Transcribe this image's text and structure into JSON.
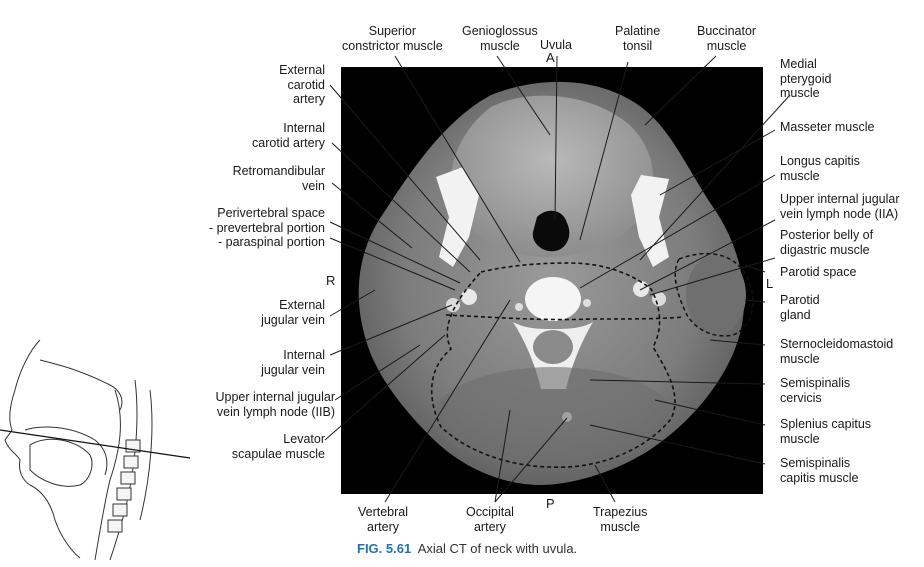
{
  "caption": {
    "figure_label": "FIG. 5.61",
    "text": "Axial CT of neck with uvula."
  },
  "orientation": {
    "anterior": "A",
    "posterior": "P",
    "right": "R",
    "left": "L"
  },
  "labels": {
    "superior_constrictor": "Superior\nconstrictor muscle",
    "genioglossus": "Genioglossus\nmuscle",
    "uvula": "Uvula",
    "palatine_tonsil": "Palatine\ntonsil",
    "buccinator": "Buccinator\nmuscle",
    "medial_pterygoid": "Medial\npterygoid\nmuscle",
    "masseter": "Masseter muscle",
    "longus_capitis": "Longus capitis\nmuscle",
    "upper_ij_node_iia": "Upper internal jugular\nvein lymph node (IIA)",
    "posterior_digastric": "Posterior belly of\ndigastric muscle",
    "parotid_space": "Parotid space",
    "parotid_gland": "Parotid\ngland",
    "sternocleidomastoid": "Sternocleidomastoid\nmuscle",
    "semispinalis_cervicis": "Semispinalis\ncervicis",
    "splenius_capitus": "Splenius capitus\nmuscle",
    "semispinalis_capitis": "Semispinalis\ncapitis muscle",
    "trapezius": "Trapezius\nmuscle",
    "occipital_artery": "Occipital\nartery",
    "vertebral_artery": "Vertebral\nartery",
    "levator_scapulae": "Levator\nscapulae muscle",
    "upper_ij_node_iib": "Upper internal jugular\nvein lymph node (IIB)",
    "internal_jugular": "Internal\njugular vein",
    "external_jugular": "External\njugular vein",
    "perivertebral_space": "Perivertebral space\n- prevertebral portion\n- paraspinal portion",
    "retromandibular": "Retromandibular\nvein",
    "internal_carotid": "Internal\ncarotid artery",
    "external_carotid": "External\ncarotid\nartery"
  }
}
